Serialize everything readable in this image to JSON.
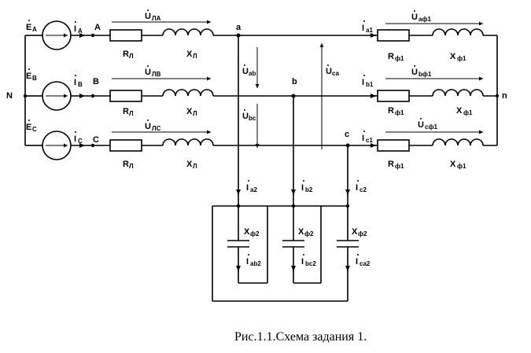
{
  "nodes": {
    "N": "N",
    "n": "n",
    "A": "A",
    "B": "B",
    "C": "C",
    "a": "a",
    "b": "b",
    "c": "c"
  },
  "labels": {
    "EA_main": "E",
    "EA_sub": "A",
    "EB_main": "E",
    "EB_sub": "B",
    "EC_main": "E",
    "EC_sub": "C",
    "IA_main": "I",
    "IA_sub": "A",
    "IB_main": "I",
    "IB_sub": "B",
    "IC_main": "I",
    "IC_sub": "C",
    "ULA_main": "U",
    "ULA_sub": "ЛА",
    "ULB_main": "U",
    "ULB_sub": "ЛВ",
    "ULC_main": "U",
    "ULC_sub": "ЛС",
    "R_main": "R",
    "R_sub": "Л",
    "X_main": "X",
    "X_sub": "Л",
    "Uab_main": "U",
    "Uab_sub": "ab",
    "Ubc_main": "U",
    "Ubc_sub": "bc",
    "Uca_main": "U",
    "Uca_sub": "ca",
    "Ia1_main": "I",
    "Ia1_sub": "a1",
    "Ib1_main": "I",
    "Ib1_sub": "b1",
    "Ic1_main": "I",
    "Ic1_sub": "c1",
    "Uaf1_main": "U",
    "Uaf1_sub": "аф1",
    "Ubf1_main": "U",
    "Ubf1_sub": "bф1",
    "Ucf1_main": "U",
    "Ucf1_sub": "cф1",
    "Rf1_main": "R",
    "Rf1_sub": "ф1",
    "Xf1_main": "X",
    "Xf1_sub": "ф1",
    "Ia2_main": "I",
    "Ia2_sub": "a2",
    "Ib2_main": "I",
    "Ib2_sub": "b2",
    "Ic2_main": "I",
    "Ic2_sub": "c2",
    "Xf2_main": "X",
    "Xf2_sub": "ф2",
    "Iab2_main": "I",
    "Iab2_sub": "ab2",
    "Ibc2_main": "I",
    "Ibc2_sub": "bc2",
    "Ica2_main": "I",
    "Ica2_sub": "ca2"
  },
  "caption": "Рис.1.1.Схема задания 1."
}
